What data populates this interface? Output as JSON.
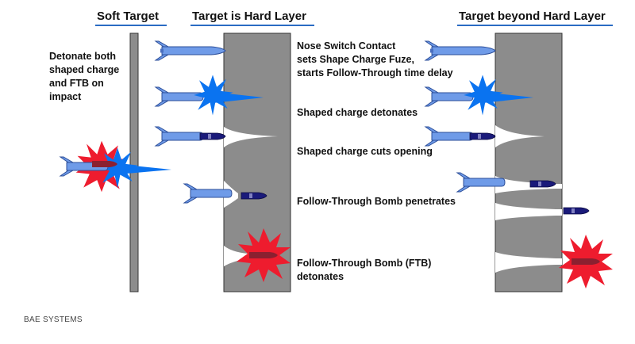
{
  "headers": {
    "soft_target": "Soft Target",
    "hard_layer": "Target is Hard Layer",
    "beyond_hard_layer": "Target beyond Hard Layer"
  },
  "left_note": [
    "Detonate both",
    "shaped charge",
    "and FTB on",
    "impact"
  ],
  "steps": [
    {
      "lines": [
        "Nose Switch Contact",
        "sets Shape Charge Fuze,",
        "starts Follow-Through time delay"
      ]
    },
    {
      "lines": [
        "Shaped charge detonates"
      ]
    },
    {
      "lines": [
        "Shaped charge cuts opening"
      ]
    },
    {
      "lines": [
        "Follow-Through Bomb penetrates"
      ]
    },
    {
      "lines": [
        "Follow-Through Bomb (FTB)",
        "detonates"
      ]
    }
  ],
  "brand": "BAE SYSTEMS",
  "colors": {
    "header_underline": "#2a6bc4",
    "wall": "#8c8c8c",
    "missile_body": "#6f9be8",
    "ftb_body": "#1a1a7a",
    "blast_blue": "#0a73f0",
    "blast_red": "#ee1c2e",
    "charge_core": "#8b2030"
  },
  "icons": [
    "missile-icon",
    "follow-through-bomb-icon",
    "blue-blast-icon",
    "red-explosion-icon",
    "jet-icon"
  ]
}
